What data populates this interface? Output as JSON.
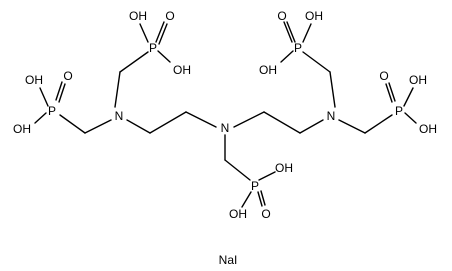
{
  "molecule": {
    "atoms": {
      "n1": "N",
      "n2": "N",
      "n3": "N",
      "p1": "P",
      "p2": "P",
      "p3": "P",
      "p4": "P",
      "p5": "P",
      "p1_oh_a": "OH",
      "p1_oh_b": "OH",
      "p1_o": "O",
      "p2_oh_a": "OH",
      "p2_oh_b": "OH",
      "p2_o": "O",
      "p3_oh_a": "OH",
      "p3_oh_b": "OH",
      "p3_o": "O",
      "p4_oh_a": "OH",
      "p4_oh_b": "OH",
      "p4_o": "O",
      "p5_oh_a": "OH",
      "p5_oh_b": "OH",
      "p5_o": "O"
    },
    "counterion": "NaI"
  }
}
